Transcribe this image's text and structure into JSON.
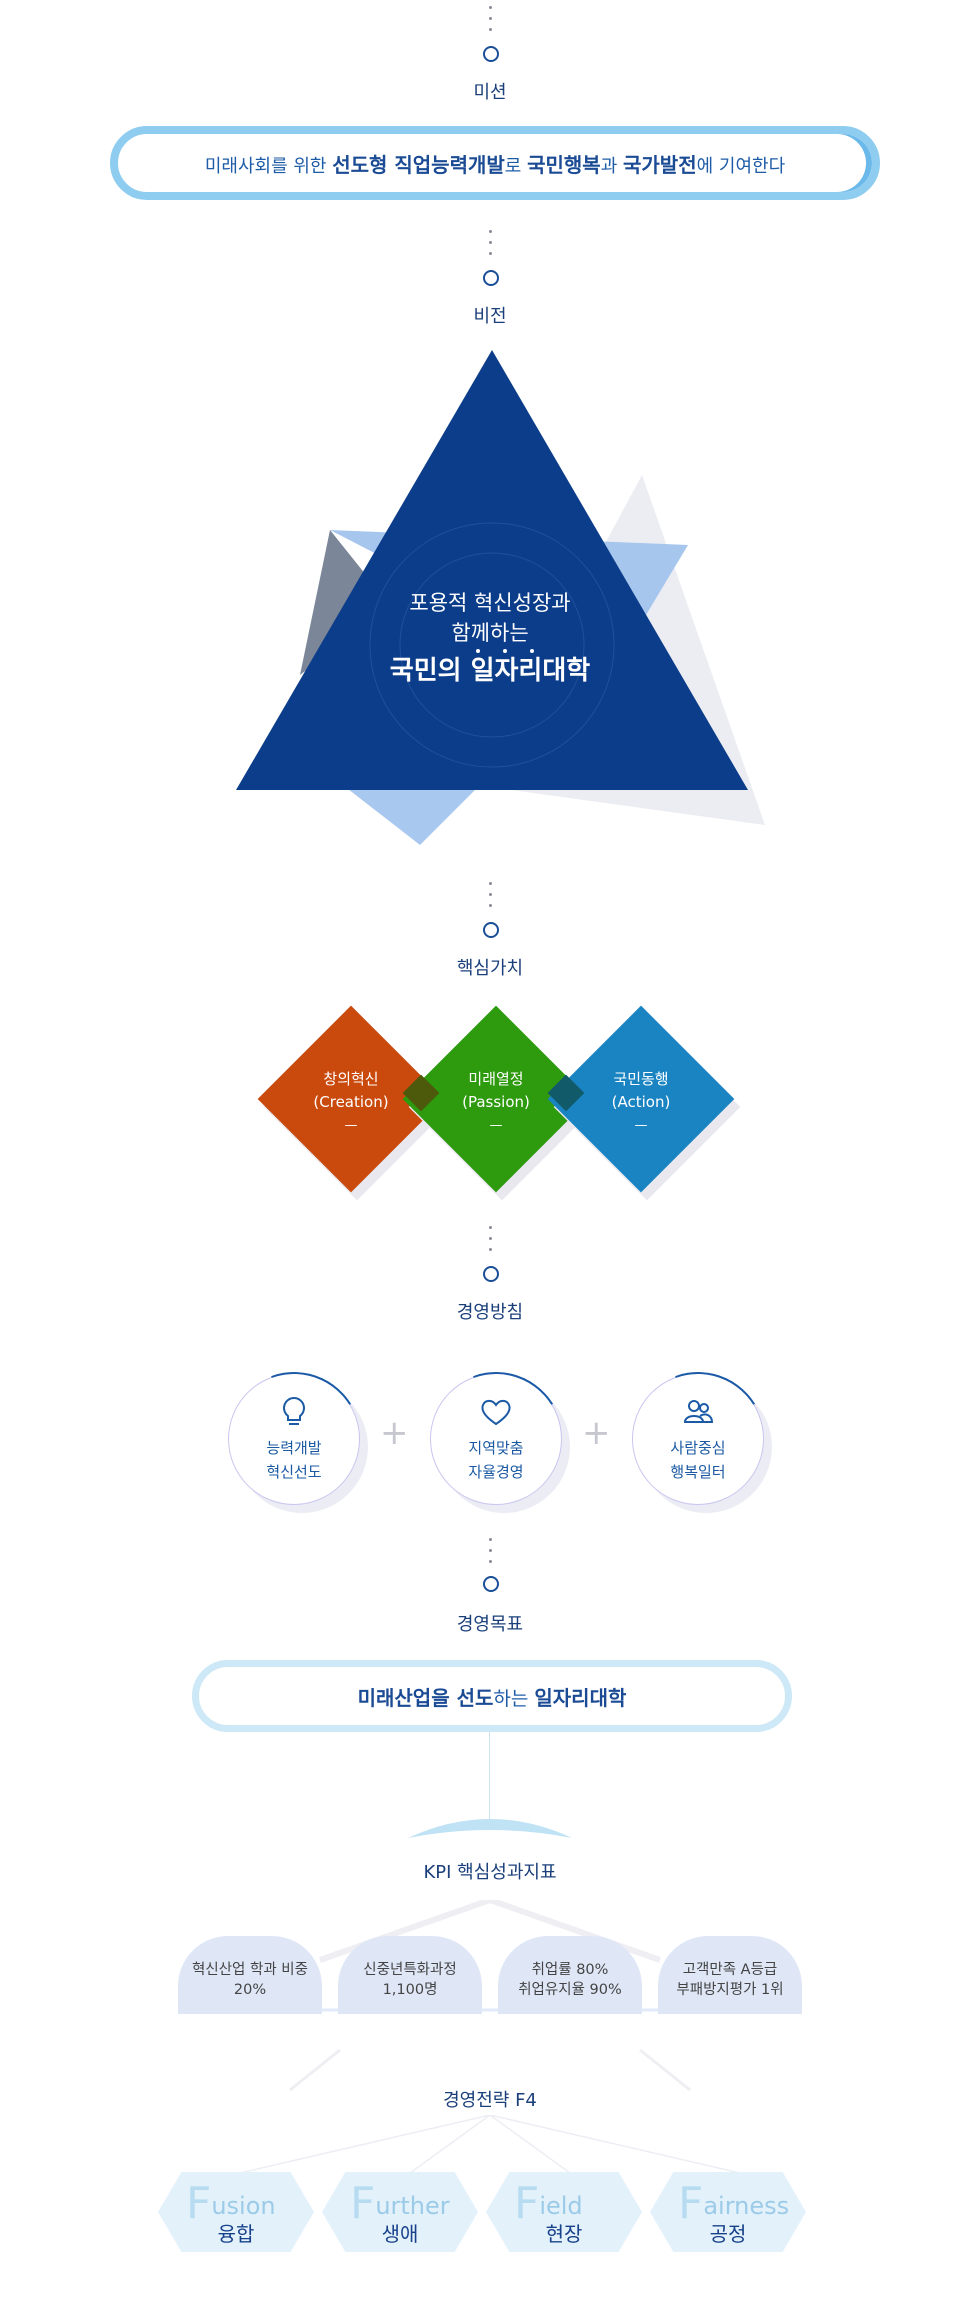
{
  "sections": {
    "mission": "미션",
    "vision": "비전",
    "core_values": "핵심가치",
    "management_policy": "경영방침",
    "management_goal": "경영목표",
    "kpi": "KPI 핵심성과지표",
    "strategy": "경영전략 F4"
  },
  "mission": {
    "p1": "미래사회를 위한 ",
    "b1": "선도형 직업능력개발",
    "p2": "로 ",
    "b2": "국민행복",
    "p3": "과 ",
    "b3": "국가발전",
    "p4": "에 기여한다"
  },
  "vision": {
    "line1": "포용적 혁신성장과",
    "line2": "함께하는",
    "line3": "국민의 일자리대학"
  },
  "core_values": [
    {
      "ko": "창의혁신",
      "en": "(Creation)",
      "dash": "—",
      "color": "#c94a0c"
    },
    {
      "ko": "미래열정",
      "en": "(Passion)",
      "dash": "—",
      "color": "#2e9a0e"
    },
    {
      "ko": "국민동행",
      "en": "(Action)",
      "dash": "—",
      "color": "#1a84c3"
    }
  ],
  "policies": [
    {
      "line1": "능력개발",
      "line2": "혁신선도",
      "icon": "lightbulb-icon"
    },
    {
      "line1": "지역맞춤",
      "line2": "자율경영",
      "icon": "heart-icon"
    },
    {
      "line1": "사람중심",
      "line2": "행복일터",
      "icon": "people-icon"
    }
  ],
  "policy_plus": "+",
  "goal": {
    "b1": "미래산업을 선도",
    "p1": "하는 ",
    "b2": "일자리대학"
  },
  "kpis": [
    {
      "line1": "혁신산업 학과 비중",
      "line2": "20%"
    },
    {
      "line1": "신중년특화과정",
      "line2": "1,100명"
    },
    {
      "line1": "취업률 80%",
      "line2": "취업유지율 90%"
    },
    {
      "line1": "고객만족 A등급",
      "line2": "부패방지평가 1위"
    }
  ],
  "strategies": [
    {
      "cap": "F",
      "rest": "usion",
      "ko": "융합"
    },
    {
      "cap": "F",
      "rest": "urther",
      "ko": "생애"
    },
    {
      "cap": "F",
      "rest": "ield",
      "ko": "현장"
    },
    {
      "cap": "F",
      "rest": "airness",
      "ko": "공정"
    }
  ],
  "colors": {
    "navy": "#0c3d8a",
    "pill_border": "#8cc8ee",
    "accent": "#1a4e96"
  }
}
